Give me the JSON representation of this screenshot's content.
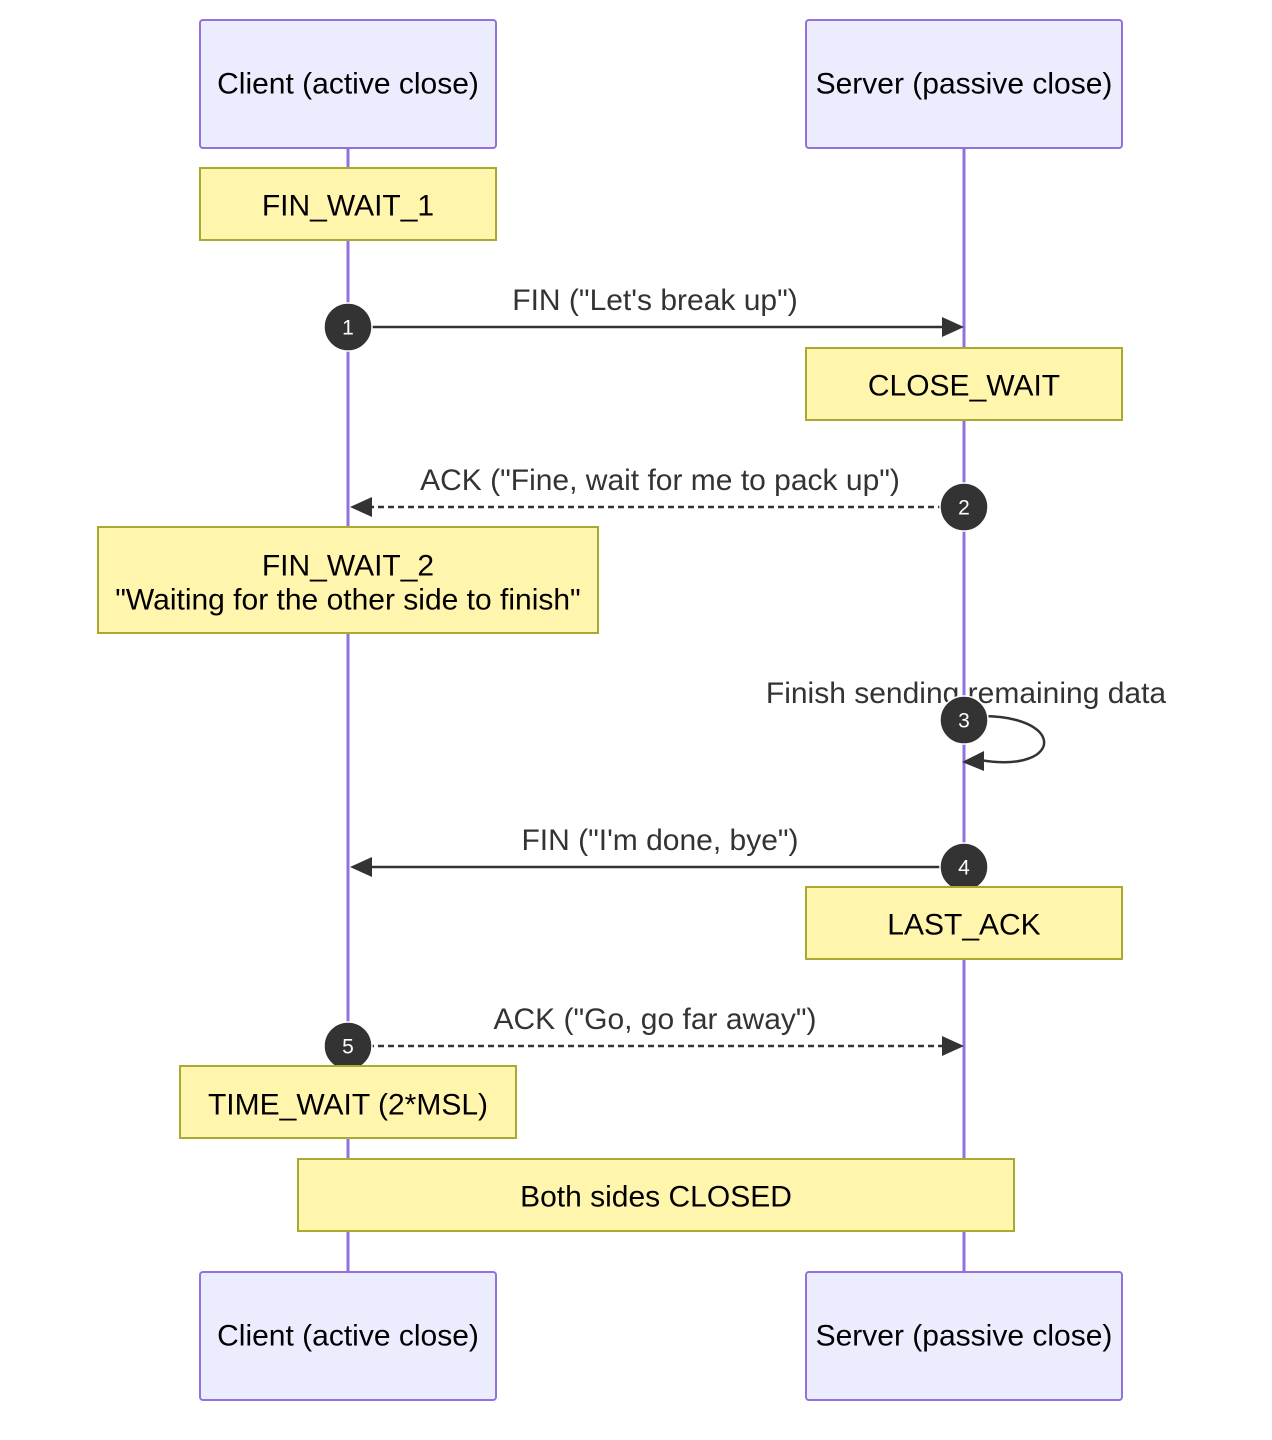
{
  "participants": {
    "client": "Client (active close)",
    "server": "Server (passive close)"
  },
  "notes": {
    "fin_wait_1": "FIN_WAIT_1",
    "close_wait": "CLOSE_WAIT",
    "fin_wait_2_line1": "FIN_WAIT_2",
    "fin_wait_2_line2": "\"Waiting for the other side to finish\"",
    "last_ack": "LAST_ACK",
    "time_wait": "TIME_WAIT (2*MSL)",
    "closed": "Both sides CLOSED"
  },
  "messages": [
    {
      "number": "1",
      "label": "FIN (\"Let's break up\")",
      "from": "client",
      "to": "server",
      "style": "solid"
    },
    {
      "number": "2",
      "label": "ACK (\"Fine, wait for me to pack up\")",
      "from": "server",
      "to": "client",
      "style": "dashed"
    },
    {
      "number": "3",
      "label": "Finish sending remaining data",
      "from": "server",
      "to": "server",
      "style": "solid"
    },
    {
      "number": "4",
      "label": "FIN (\"I'm done, bye\")",
      "from": "server",
      "to": "client",
      "style": "solid"
    },
    {
      "number": "5",
      "label": "ACK (\"Go, go far away\")",
      "from": "client",
      "to": "server",
      "style": "dashed"
    }
  ],
  "colors": {
    "lifeline": "#9370DB",
    "actor_fill": "#ECECFF",
    "note_fill": "#FFF5AD",
    "note_border": "#AAAA33",
    "message": "#333333"
  }
}
